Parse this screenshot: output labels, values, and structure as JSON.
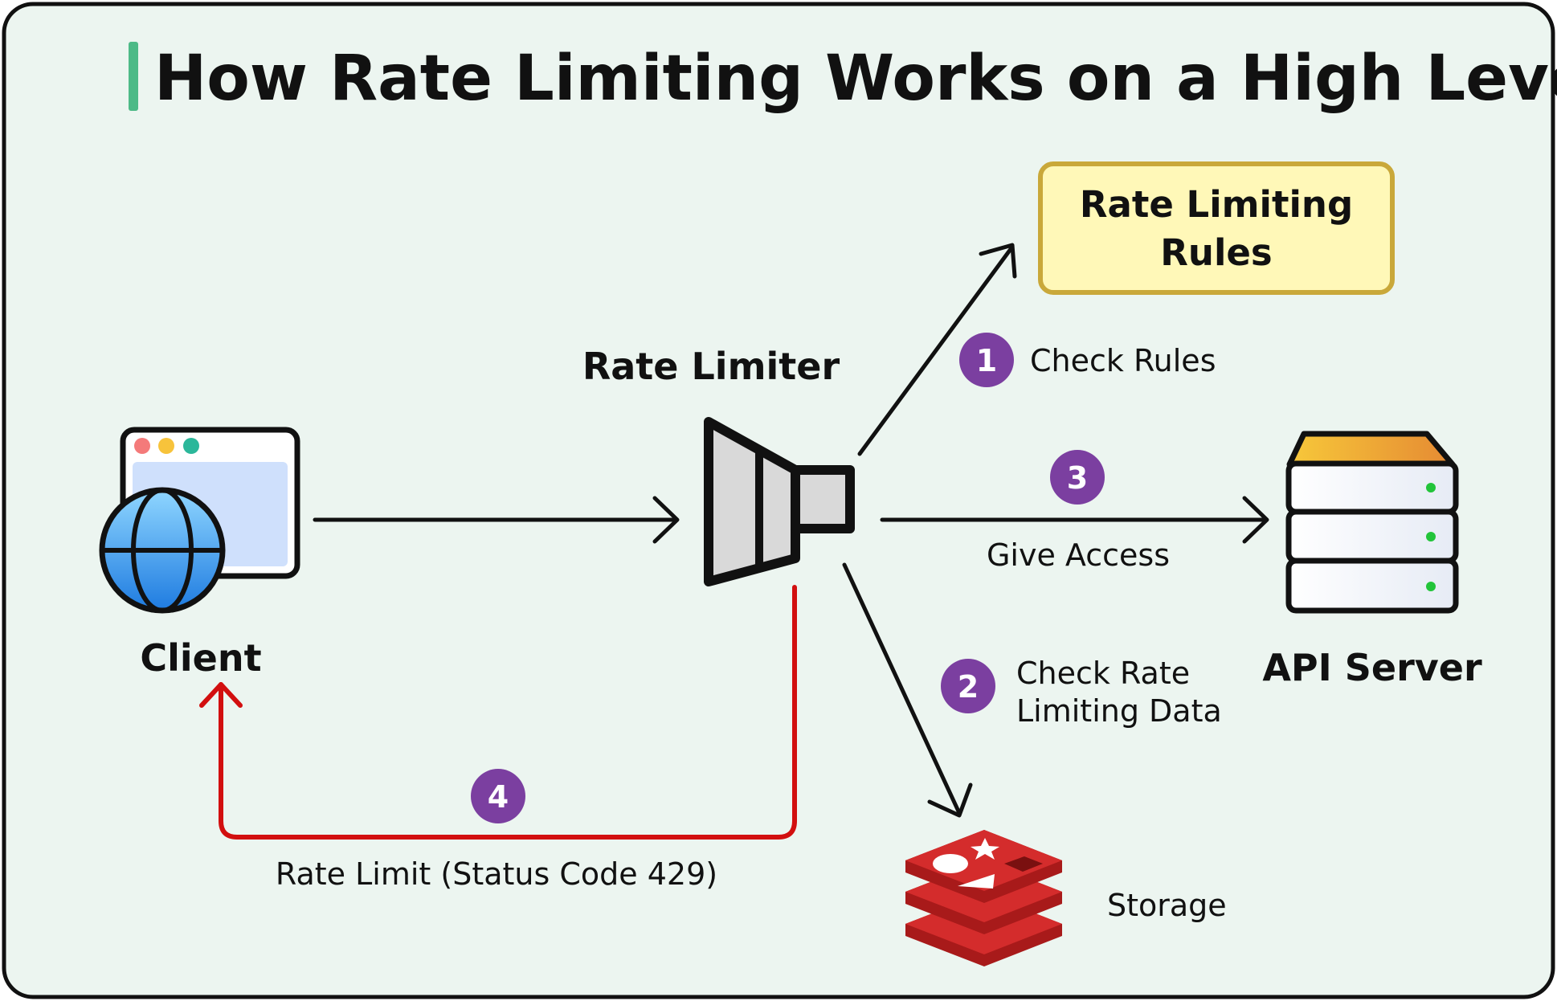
{
  "title": "How Rate Limiting Works on a High Level",
  "colors": {
    "background": "#ECF5F0",
    "border": "#111111",
    "title_accent": "#4DBA87",
    "badge": "#7B3FA0",
    "reject_line": "#D20F0F",
    "rules_fill": "#FFF8B8",
    "rules_border": "#C9A83A"
  },
  "nodes": {
    "client": {
      "label": "Client",
      "icon": "browser-globe-icon"
    },
    "rate_limiter": {
      "label": "Rate Limiter",
      "icon": "funnel-limiter-icon"
    },
    "rules": {
      "line1": "Rate Limiting",
      "line2": "Rules"
    },
    "api_server": {
      "label": "API Server",
      "icon": "server-stack-icon"
    },
    "storage": {
      "label": "Storage",
      "icon": "redis-stack-icon"
    }
  },
  "steps": {
    "check_rules": {
      "number": "1",
      "label": "Check Rules"
    },
    "check_data": {
      "number": "2",
      "line1": "Check Rate",
      "line2": "Limiting Data"
    },
    "give_access": {
      "number": "3",
      "label": "Give Access"
    },
    "rate_limit": {
      "number": "4",
      "label": "Rate Limit (Status Code 429)"
    }
  }
}
